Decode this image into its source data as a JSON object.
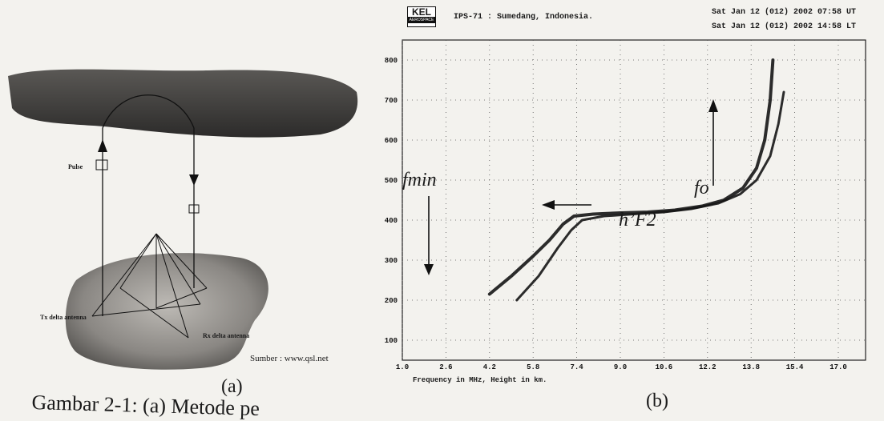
{
  "figure_a": {
    "pulse_label": "Pulse",
    "tx_label": "Tx delta antenna",
    "rx_label": "Rx delta antenna",
    "source": "Sumber : www.qsl.net",
    "caption": "(a)"
  },
  "figure_b": {
    "logo_top": "KEL",
    "logo_bottom": "AEROSPACE",
    "station": "IPS-71 : Sumedang, Indonesia.",
    "time_ut": "Sat Jan 12 (012) 2002 07:58 UT",
    "time_lt": "Sat Jan 12 (012) 2002 14:58 LT",
    "xlabel": "Frequency in MHz, Height in km.",
    "caption": "(b)",
    "annotations": {
      "fmin": "fmin",
      "fo": "fo",
      "hF2": "h’F2"
    },
    "chart_data": {
      "type": "scatter",
      "x_ticks": [
        "1.0",
        "2.6",
        "4.2",
        "5.8",
        "7.4",
        "9.0",
        "10.6",
        "12.2",
        "13.8",
        "15.4",
        "17.0"
      ],
      "y_ticks": [
        "800",
        "700",
        "600",
        "500",
        "400",
        "300",
        "200",
        "100"
      ],
      "xlim": [
        1.0,
        18.0
      ],
      "ylim": [
        50,
        850
      ],
      "grid": true,
      "series": [
        {
          "values": [
            [
              4.2,
              215
            ],
            [
              5.0,
              260
            ],
            [
              5.8,
              310
            ],
            [
              6.4,
              350
            ],
            [
              6.9,
              390
            ],
            [
              7.3,
              410
            ],
            [
              8.0,
              415
            ],
            [
              9.0,
              418
            ],
            [
              10.0,
              420
            ],
            [
              11.0,
              425
            ],
            [
              12.0,
              435
            ],
            [
              12.8,
              450
            ],
            [
              13.5,
              480
            ],
            [
              14.0,
              530
            ],
            [
              14.3,
              600
            ],
            [
              14.5,
              700
            ],
            [
              14.6,
              800
            ]
          ]
        },
        {
          "values": [
            [
              5.2,
              200
            ],
            [
              6.0,
              260
            ],
            [
              6.7,
              330
            ],
            [
              7.2,
              375
            ],
            [
              7.6,
              400
            ],
            [
              8.4,
              410
            ],
            [
              9.5,
              415
            ],
            [
              10.6,
              420
            ],
            [
              11.6,
              428
            ],
            [
              12.6,
              442
            ],
            [
              13.4,
              465
            ],
            [
              14.0,
              500
            ],
            [
              14.5,
              560
            ],
            [
              14.8,
              640
            ],
            [
              15.0,
              720
            ]
          ]
        }
      ]
    }
  },
  "caption_text": "Gambar 2-1: (a) Metode pe"
}
